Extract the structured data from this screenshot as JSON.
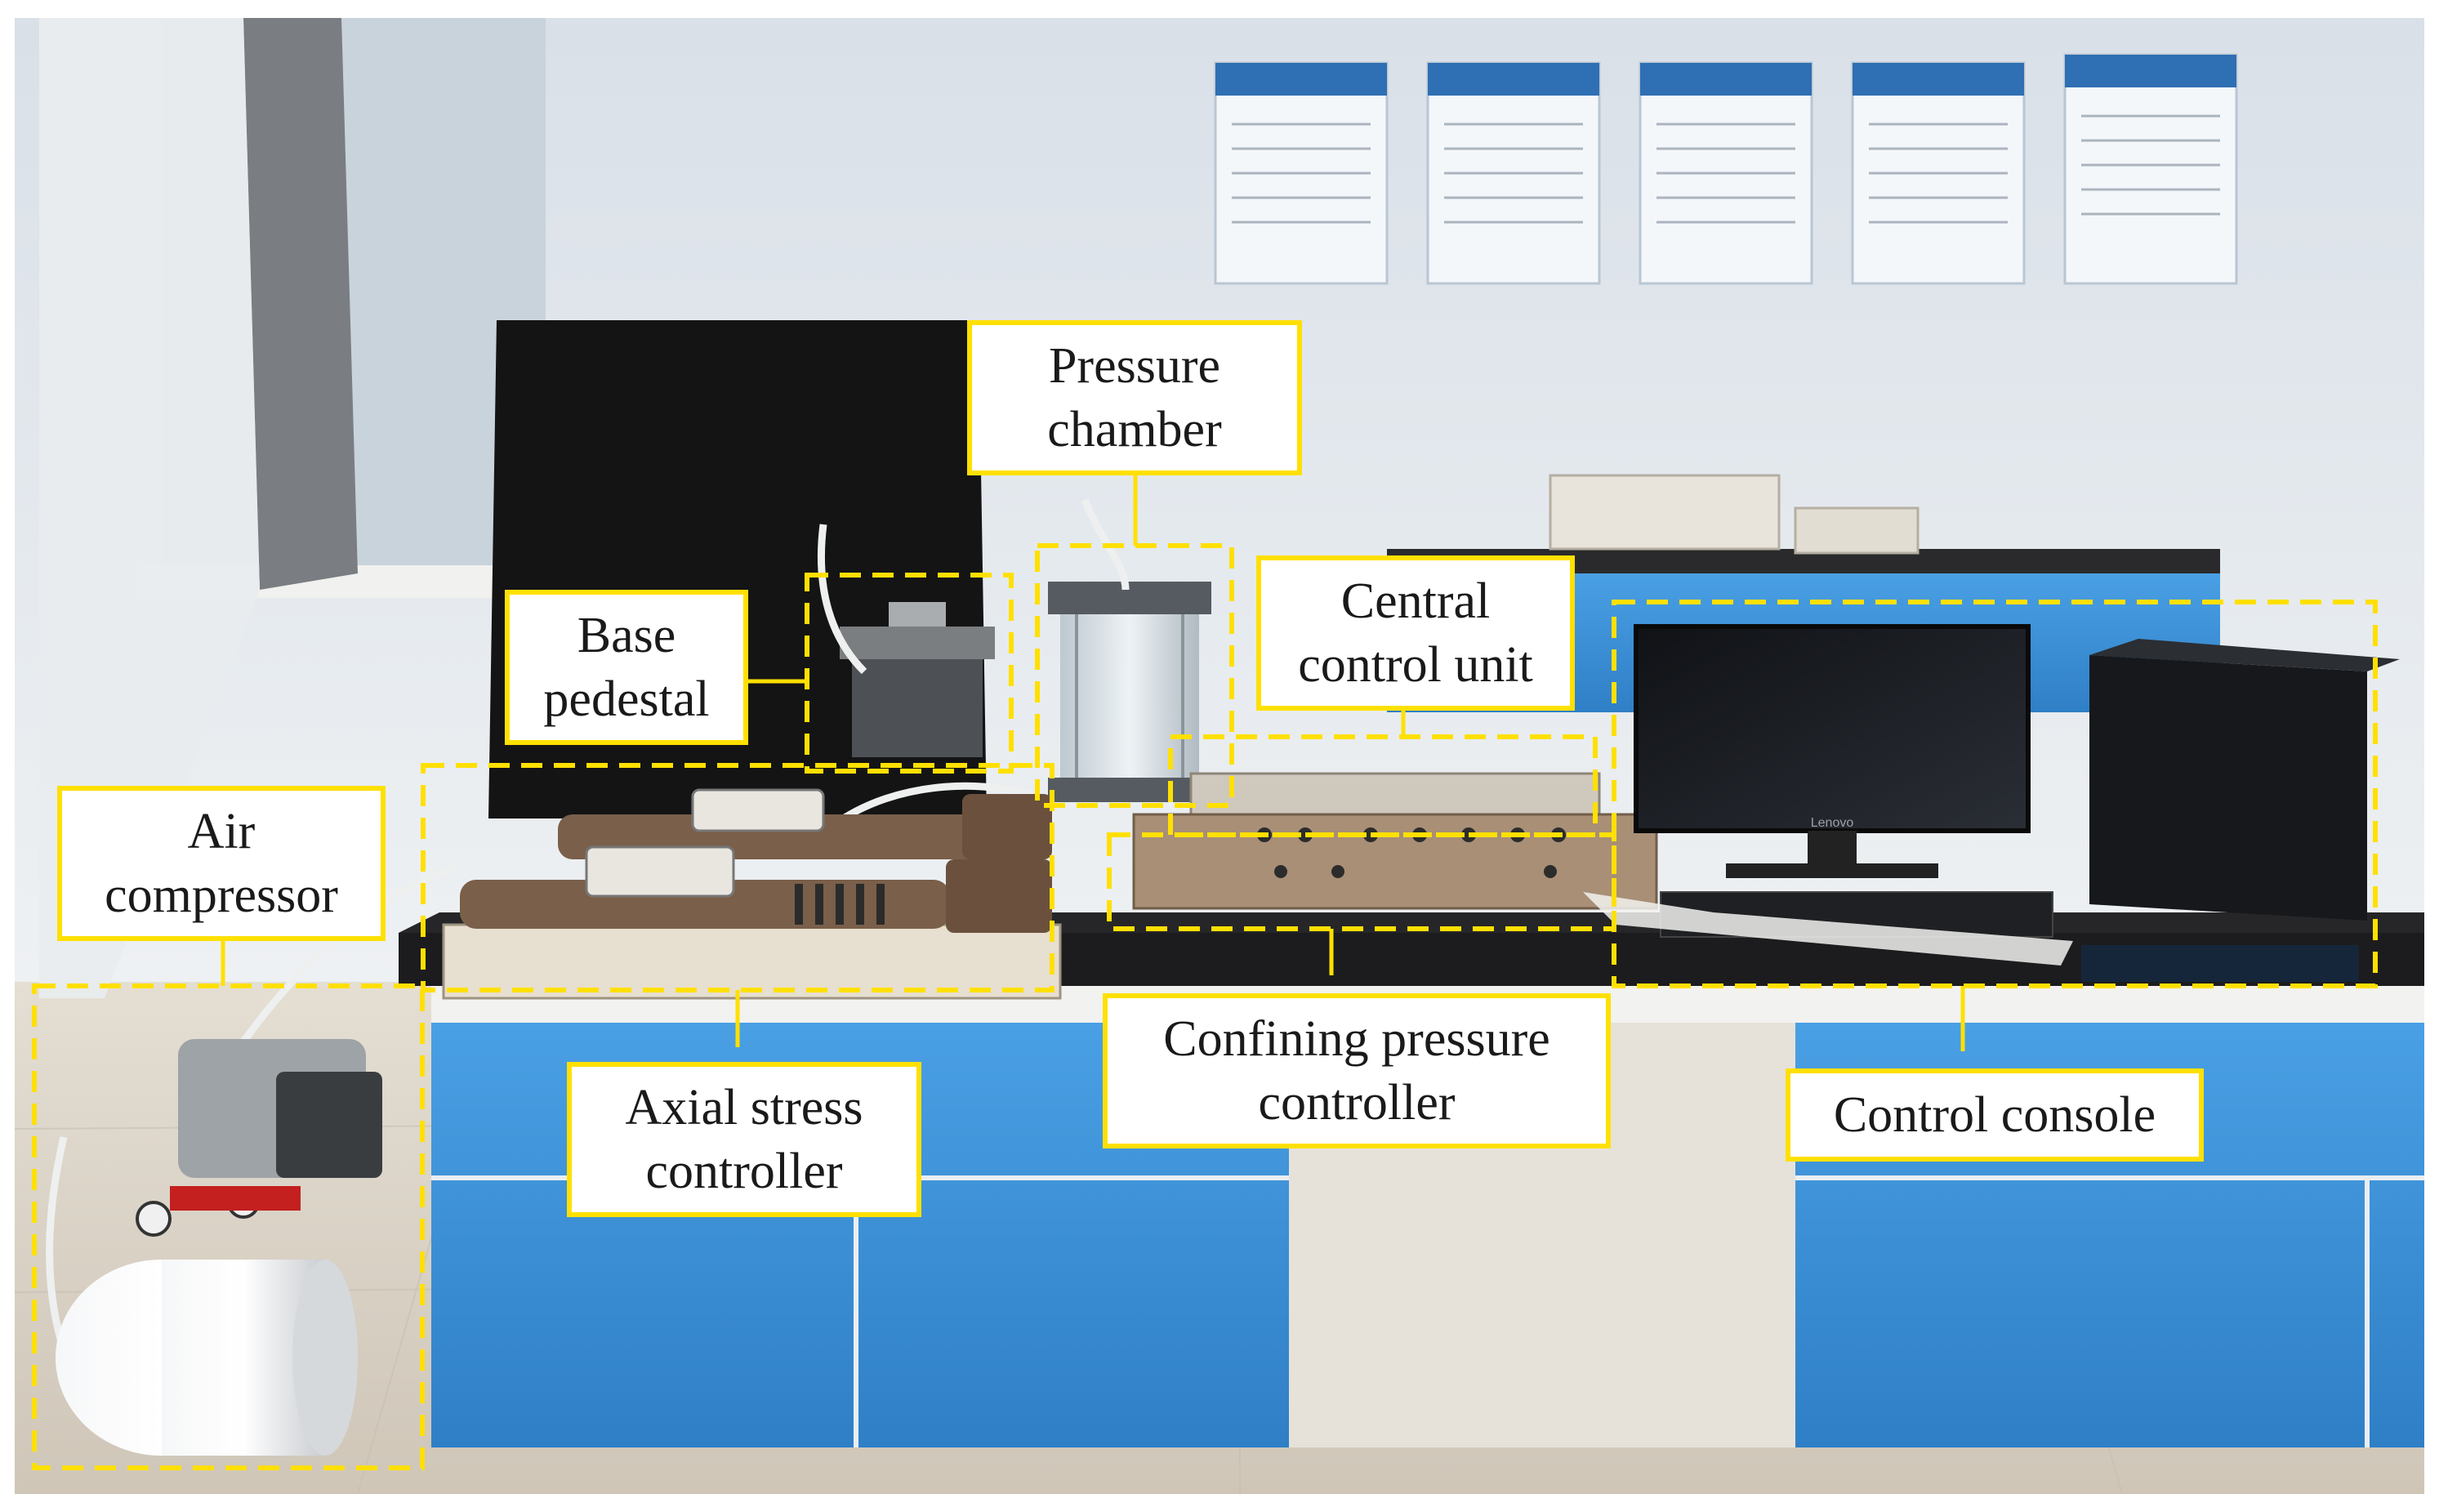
{
  "labels": {
    "pressure_chamber": [
      "Pressure",
      "chamber"
    ],
    "base_pedestal": [
      "Base",
      "pedestal"
    ],
    "central_control_unit": [
      "Central",
      "control unit"
    ],
    "air_compressor": [
      "Air",
      "compressor"
    ],
    "axial_stress_controller": [
      "Axial stress",
      "controller"
    ],
    "confining_pressure_controller": [
      "Confining pressure",
      "controller"
    ],
    "control_console": [
      "Control console"
    ]
  },
  "monitor_brand": "Lenovo",
  "colors": {
    "annotation": "#ffe000",
    "cabinet_blue": "#3a8fd6",
    "wall": "#e3e8ee",
    "floor": "#ddd6ca",
    "benchtop": "#1c1c1e"
  }
}
